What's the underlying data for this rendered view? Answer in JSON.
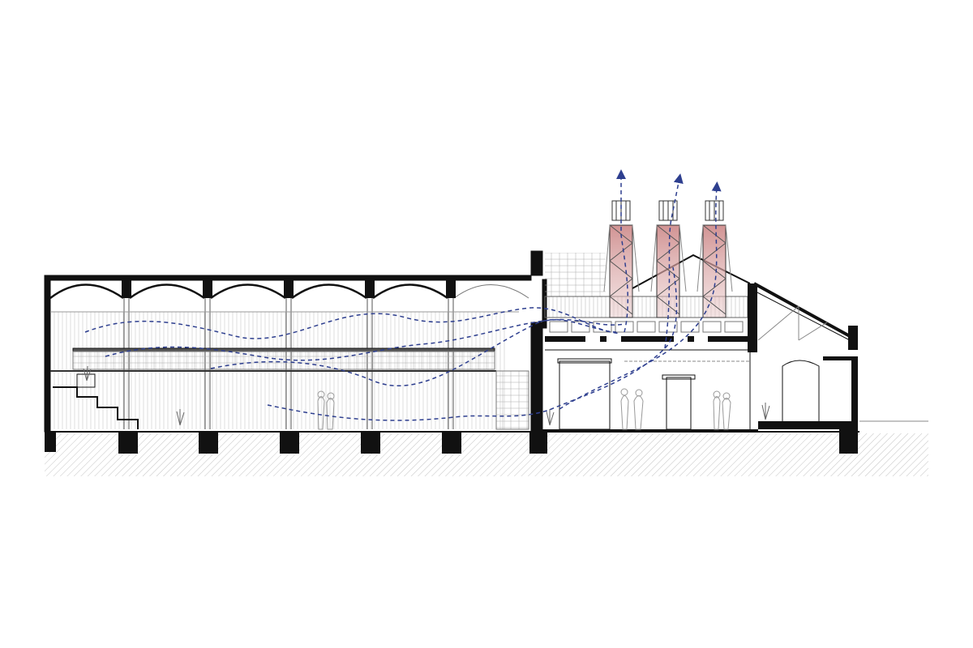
{
  "drawing": {
    "type": "architectural-section",
    "colors": {
      "line": "#1a1a1a",
      "airflow": "#2e3f8f",
      "chimney_fill": "#c98a8a",
      "ground_hatch": "#bdbdbd"
    },
    "chimney_count": 3,
    "vault_bays": 6,
    "icons": [
      "ventilator-fan-icon",
      "airflow-arrow-icon",
      "person-figure-icon",
      "plant-icon"
    ]
  }
}
